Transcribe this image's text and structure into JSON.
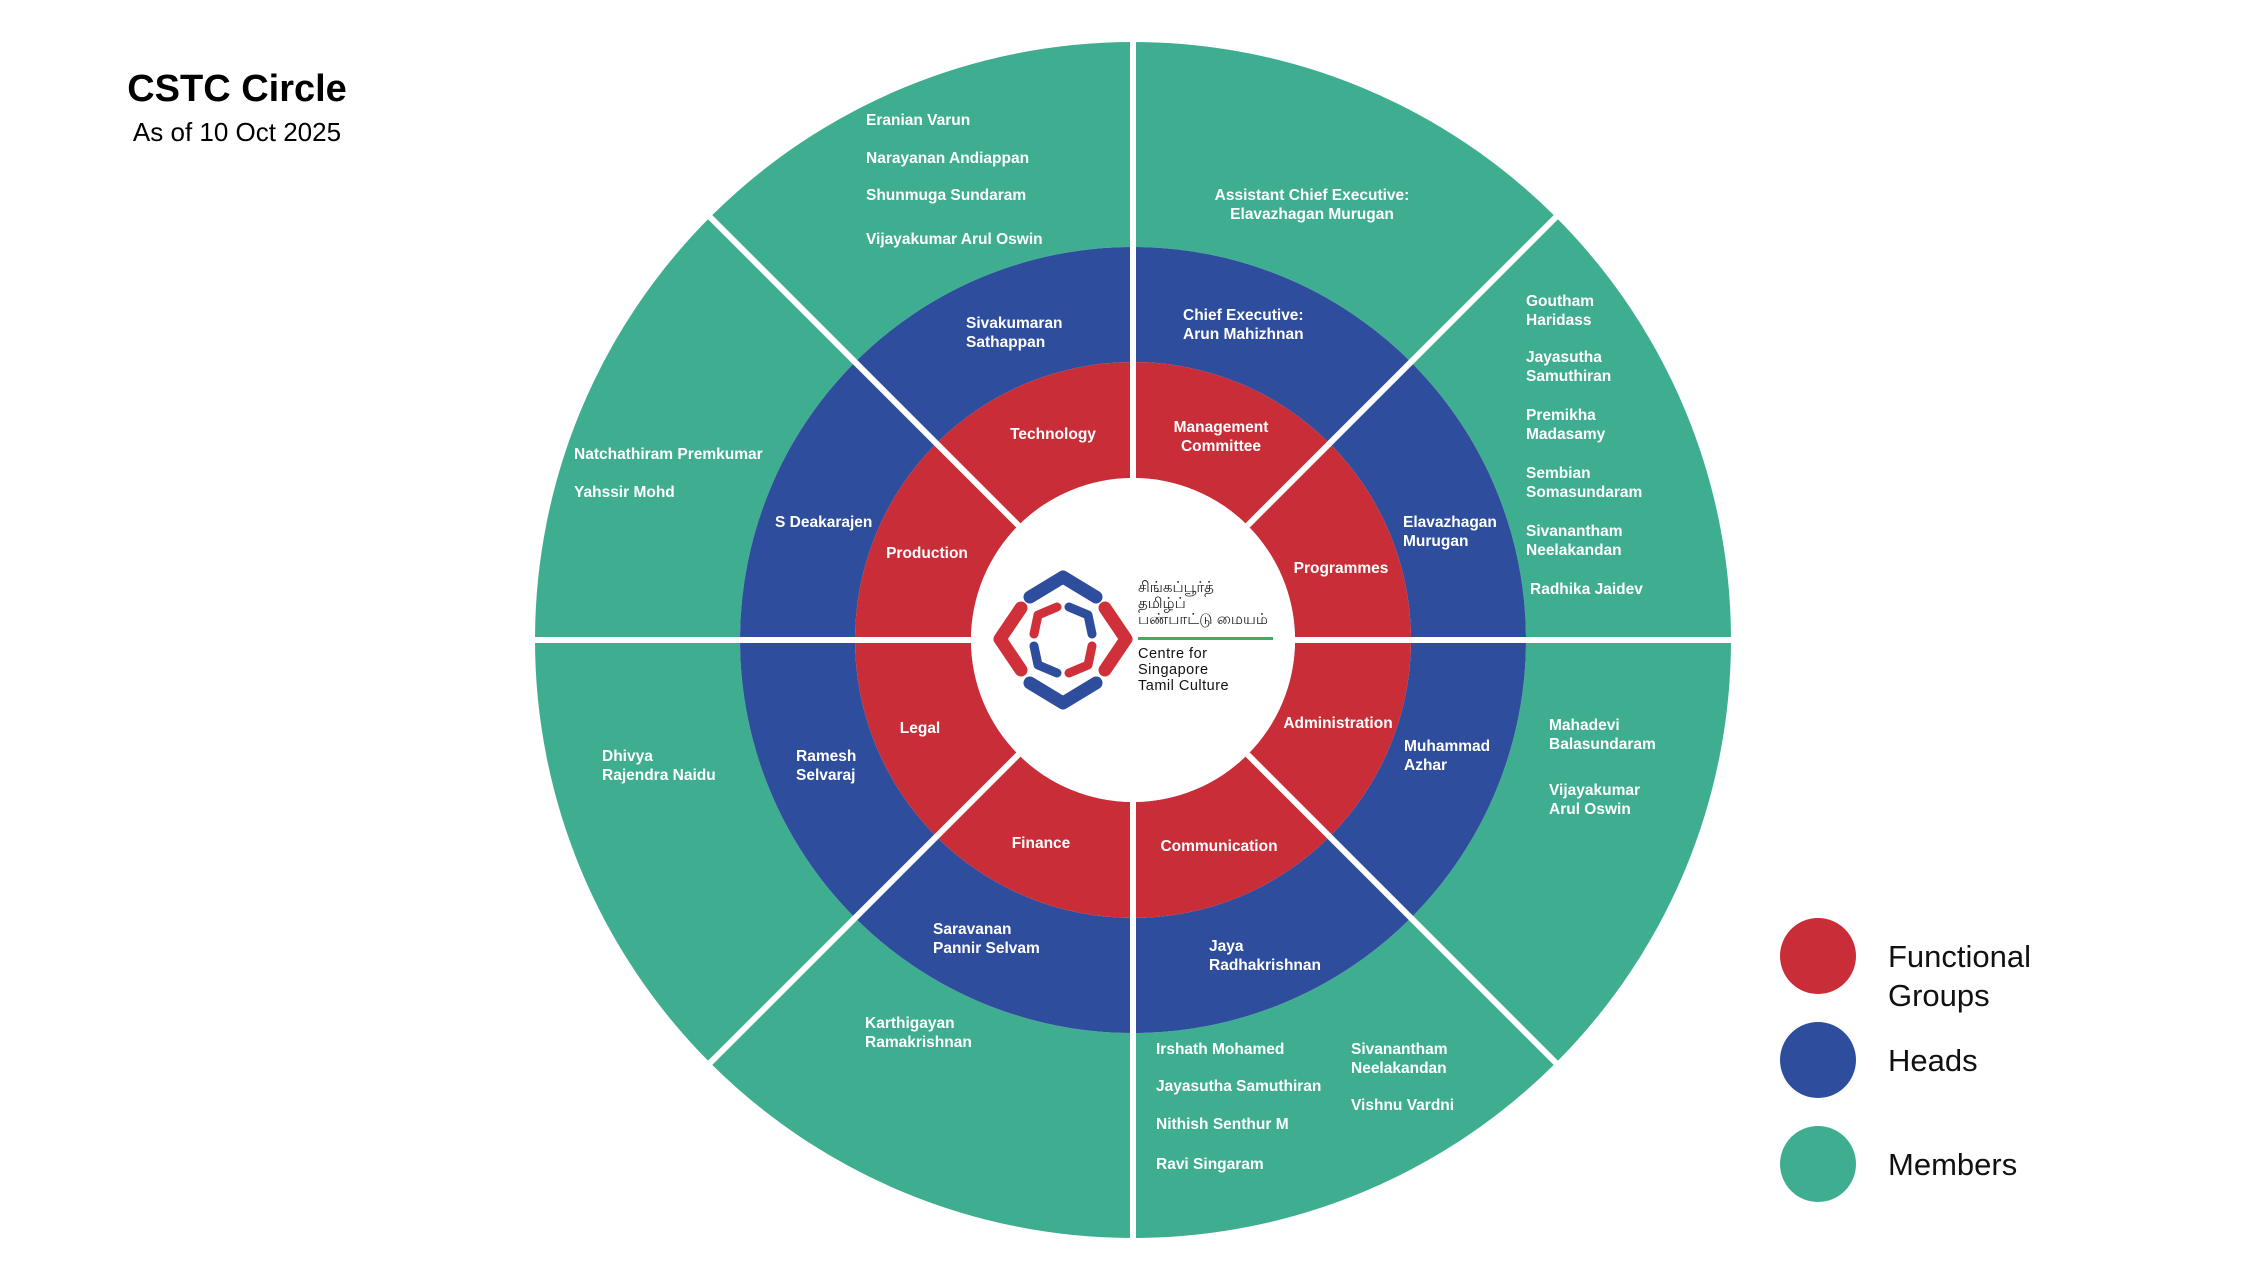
{
  "header": {
    "title": "CSTC Circle",
    "subtitle": "As of 10 Oct 2025"
  },
  "colors": {
    "functional_groups": "#C92E38",
    "heads": "#2E4D9C",
    "members": "#3FAE90",
    "logo_green": "#3DAE5A"
  },
  "logo": {
    "tamil": "சிங்கப்பூர்த்\nதமிழ்ப்\nபண்பாட்டு மையம்",
    "english": "Centre for\nSingapore\nTamil Culture"
  },
  "sectors": [
    {
      "group": "Management\nCommittee",
      "head": "Chief Executive:\nArun Mahizhnan",
      "members": [
        "Assistant Chief Executive:\nElavazhagan Murugan"
      ]
    },
    {
      "group": "Programmes",
      "head": "Elavazhagan\nMurugan",
      "members": [
        "Goutham\nHaridass",
        "Jayasutha\nSamuthiran",
        "Premikha\nMadasamy",
        "Sembian\nSomasundaram",
        "Sivanantham\nNeelakandan",
        "Radhika Jaidev"
      ]
    },
    {
      "group": "Administration",
      "head": "Muhammad\nAzhar",
      "members": [
        "Mahadevi\nBalasundaram",
        "Vijayakumar\nArul Oswin"
      ]
    },
    {
      "group": "Communication",
      "head": "Jaya\nRadhakrishnan",
      "members": [
        "Irshath Mohamed",
        "Jayasutha Samuthiran",
        "Nithish Senthur M",
        "Ravi Singaram",
        "Sivanantham\nNeelakandan",
        "Vishnu Vardni"
      ]
    },
    {
      "group": "Finance",
      "head": "Saravanan\nPannir Selvam",
      "members": [
        "Karthigayan\nRamakrishnan"
      ]
    },
    {
      "group": "Legal",
      "head": "Ramesh\nSelvaraj",
      "members": [
        "Dhivya\nRajendra Naidu"
      ]
    },
    {
      "group": "Production",
      "head": "S Deakarajen",
      "members": [
        "Natchathiram Premkumar",
        "Yahssir Mohd"
      ]
    },
    {
      "group": "Technology",
      "head": "Sivakumaran\nSathappan",
      "members": [
        "Eranian Varun",
        "Narayanan Andiappan",
        "Shunmuga Sundaram",
        "Vijayakumar Arul Oswin"
      ]
    }
  ],
  "legend": [
    {
      "label": "Functional\nGroups"
    },
    {
      "label": "Heads"
    },
    {
      "label": "Members"
    }
  ]
}
